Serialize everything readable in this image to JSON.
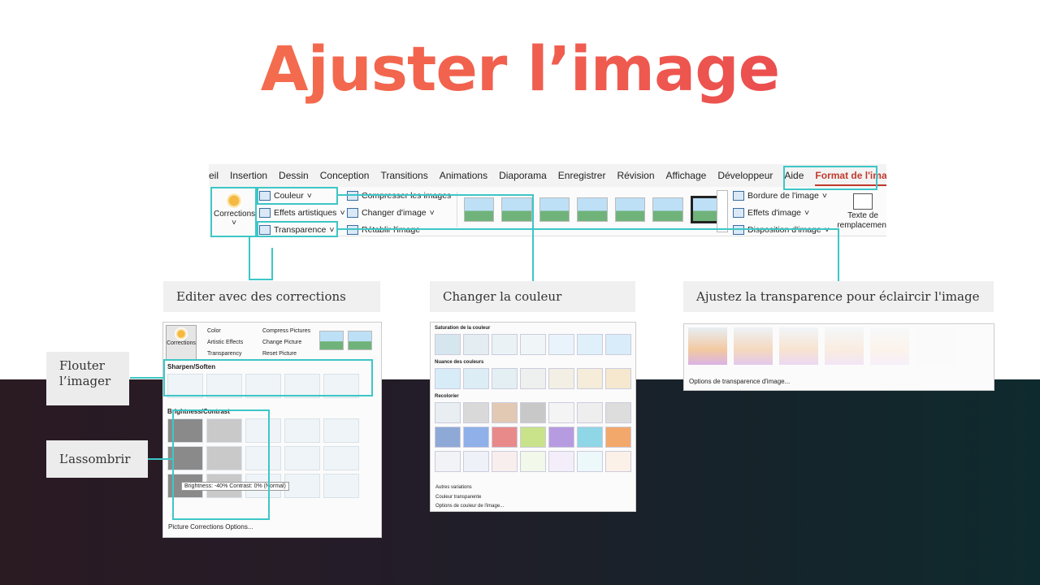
{
  "title": "Ajuster l’image",
  "ribbon": {
    "tabs": [
      "eil",
      "Insertion",
      "Dessin",
      "Conception",
      "Transitions",
      "Animations",
      "Diaporama",
      "Enregistrer",
      "Révision",
      "Affichage",
      "Développeur",
      "Aide",
      "Format de l'image"
    ],
    "corrections": "Corrections",
    "couleur": "Couleur",
    "effets_artistiques": "Effets artistiques",
    "transparence": "Transparence",
    "compresser": "Compresser les images",
    "changer": "Changer d'image",
    "retablir": "Rétablir l'image",
    "bordure": "Bordure de l'image",
    "effets_image": "Effets d'image",
    "disposition": "Disposition d'image",
    "texte_line1": "Texte de",
    "texte_line2": "remplacement"
  },
  "labels": {
    "corrections": "Editer avec des corrections",
    "couleur": "Changer la couleur",
    "transparence": "Ajustez la transparence pour éclaircir l'image",
    "flouter_line1": "Flouter",
    "flouter_line2": "l’imager",
    "assombrir": "L’assombrir"
  },
  "corrections_panel": {
    "color": "Color",
    "artistic": "Artistic Effects",
    "transparency": "Transparency",
    "compress": "Compress Pictures",
    "change": "Change Picture",
    "reset": "Reset Picture",
    "corrections": "Corrections",
    "sharpen": "Sharpen/Soften",
    "brightness": "Brightness/Contrast",
    "tooltip": "Brightness: -40% Contrast: 0% (Normal)",
    "options": "Picture Corrections Options..."
  },
  "color_panel": {
    "saturation": "Saturation de la couleur",
    "nuance": "Nuance des couleurs",
    "recolorier": "Recolorier",
    "autres": "Autres variations",
    "couleur_transparente": "Couleur transparente",
    "options": "Options de couleur de l'image..."
  },
  "transparency_panel": {
    "options": "Options de transparence d'image..."
  },
  "colors": {
    "accent": "#3ec6c6",
    "title_start": "#f7794d",
    "title_end": "#e23b4e"
  }
}
